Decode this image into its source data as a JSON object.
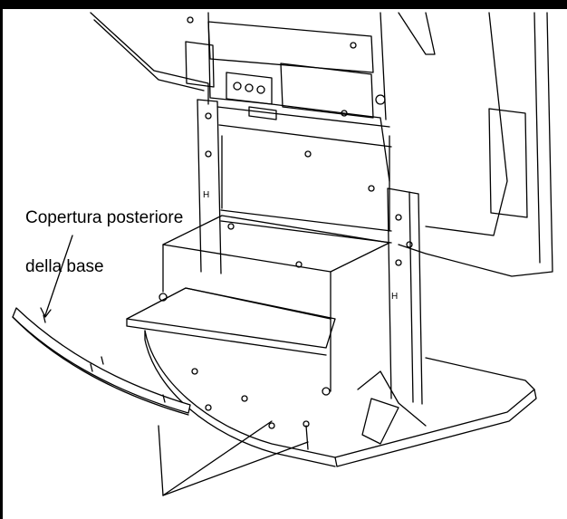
{
  "callout": {
    "line1": "Copertura posteriore",
    "line2": "della base"
  },
  "colors": {
    "ink": "#000000",
    "paper": "#ffffff"
  },
  "icons": [
    "tv-stand-illustration",
    "rear-cover-part",
    "screw-pointer"
  ]
}
